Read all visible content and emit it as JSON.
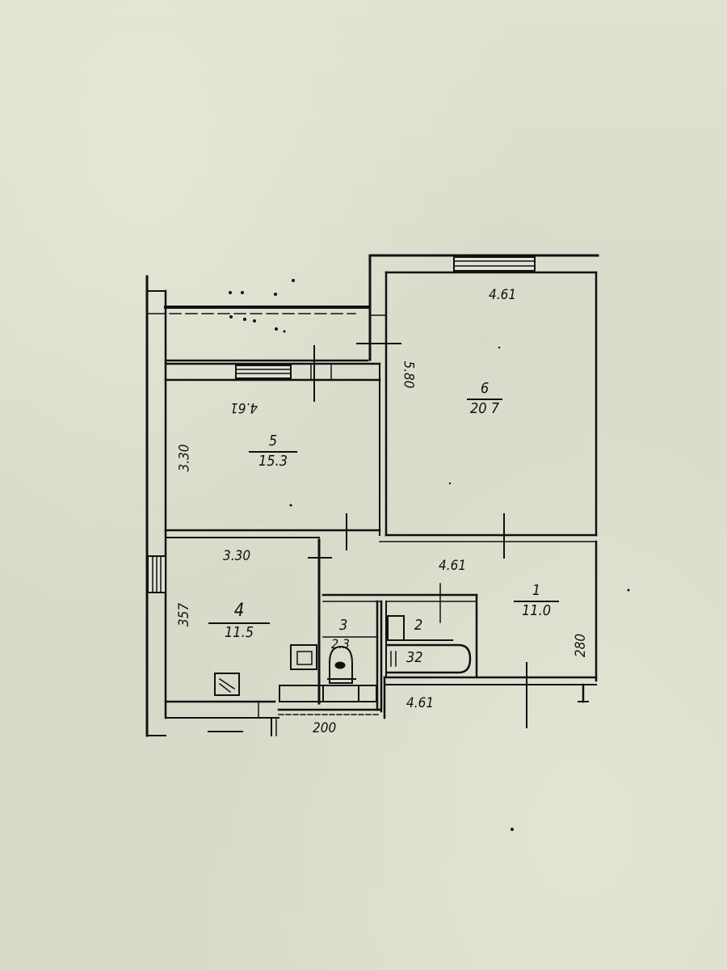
{
  "document": {
    "type": "apartment floor plan (technical inventory drawing)",
    "background_color": "#dcdccb",
    "ink_color": "#111111"
  },
  "rooms": [
    {
      "id": "1",
      "number": "1",
      "area": "11.0",
      "type": "hallway"
    },
    {
      "id": "2",
      "number": "2",
      "area": "3.2",
      "area_label": "32",
      "type": "bathroom"
    },
    {
      "id": "3",
      "number": "3",
      "area": "2.3",
      "area_label": "2.3",
      "type": "toilet"
    },
    {
      "id": "4",
      "number": "4",
      "area": "11.5",
      "type": "kitchen"
    },
    {
      "id": "5",
      "number": "5",
      "area": "15.3",
      "type": "room"
    },
    {
      "id": "6",
      "number": "6",
      "area": "20.7",
      "area_label": "20 7",
      "type": "room"
    }
  ],
  "dimensions": {
    "room6_width": "4.61",
    "room6_length": "5.80",
    "room5_width": "4.61",
    "room5_depth": "3.30",
    "room4_width": "3.30",
    "room4_depth": "3.57",
    "room4_depth_label": "357",
    "hall_width": "4.61",
    "hall_depth": "2.80",
    "hall_depth_label": "280",
    "bottom_width": "4.61",
    "entry_label": "200"
  },
  "symbols": {
    "stove": "stove-icon",
    "sink": "sink-icon",
    "toilet": "toilet-icon",
    "bathtub": "bathtub-icon",
    "windows": "window-icon"
  }
}
